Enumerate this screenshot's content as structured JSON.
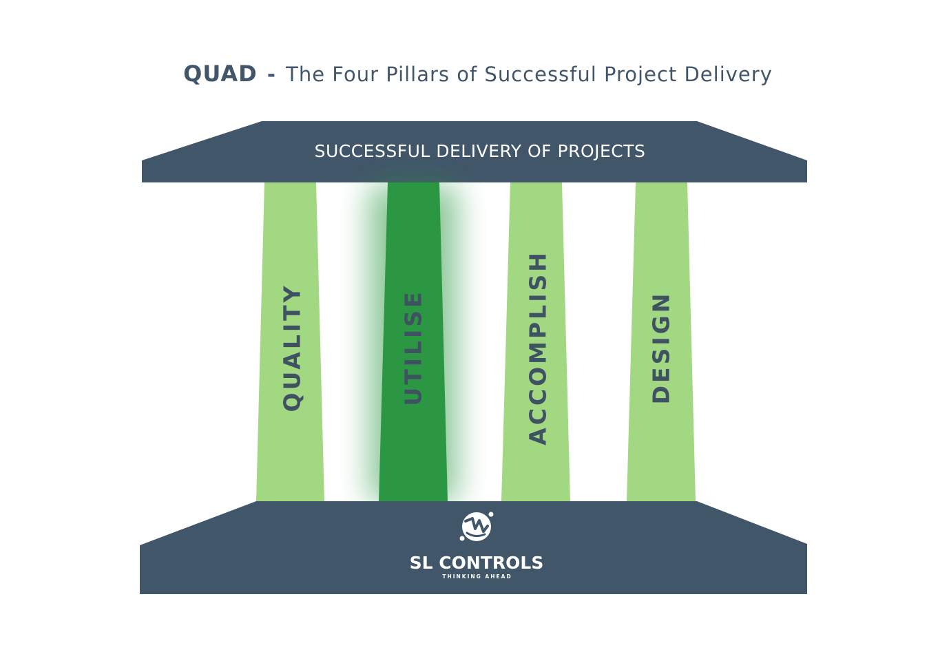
{
  "title": {
    "bold": "QUAD",
    "separator": "-",
    "rest": "The Four Pillars of Successful Project Delivery"
  },
  "roof": {
    "label": "SUCCESSFUL DELIVERY OF PROJECTS",
    "color": "#42566a"
  },
  "pillars": [
    {
      "label": "QUALITY",
      "color": "#a3d882",
      "highlighted": false
    },
    {
      "label": "UTILISE",
      "color": "#2b9743",
      "highlighted": true
    },
    {
      "label": "ACCOMPLISH",
      "color": "#a3d882",
      "highlighted": false
    },
    {
      "label": "DESIGN",
      "color": "#a3d882",
      "highlighted": false
    }
  ],
  "base": {
    "color": "#42566a",
    "brand_name": "SL CONTROLS",
    "brand_tagline": "THINKING AHEAD",
    "logo_icon": "sl-controls-logo-icon"
  },
  "colors": {
    "text_dark": "#42566a",
    "pillar_label": "#3e5262",
    "glow": "#2b9743"
  }
}
